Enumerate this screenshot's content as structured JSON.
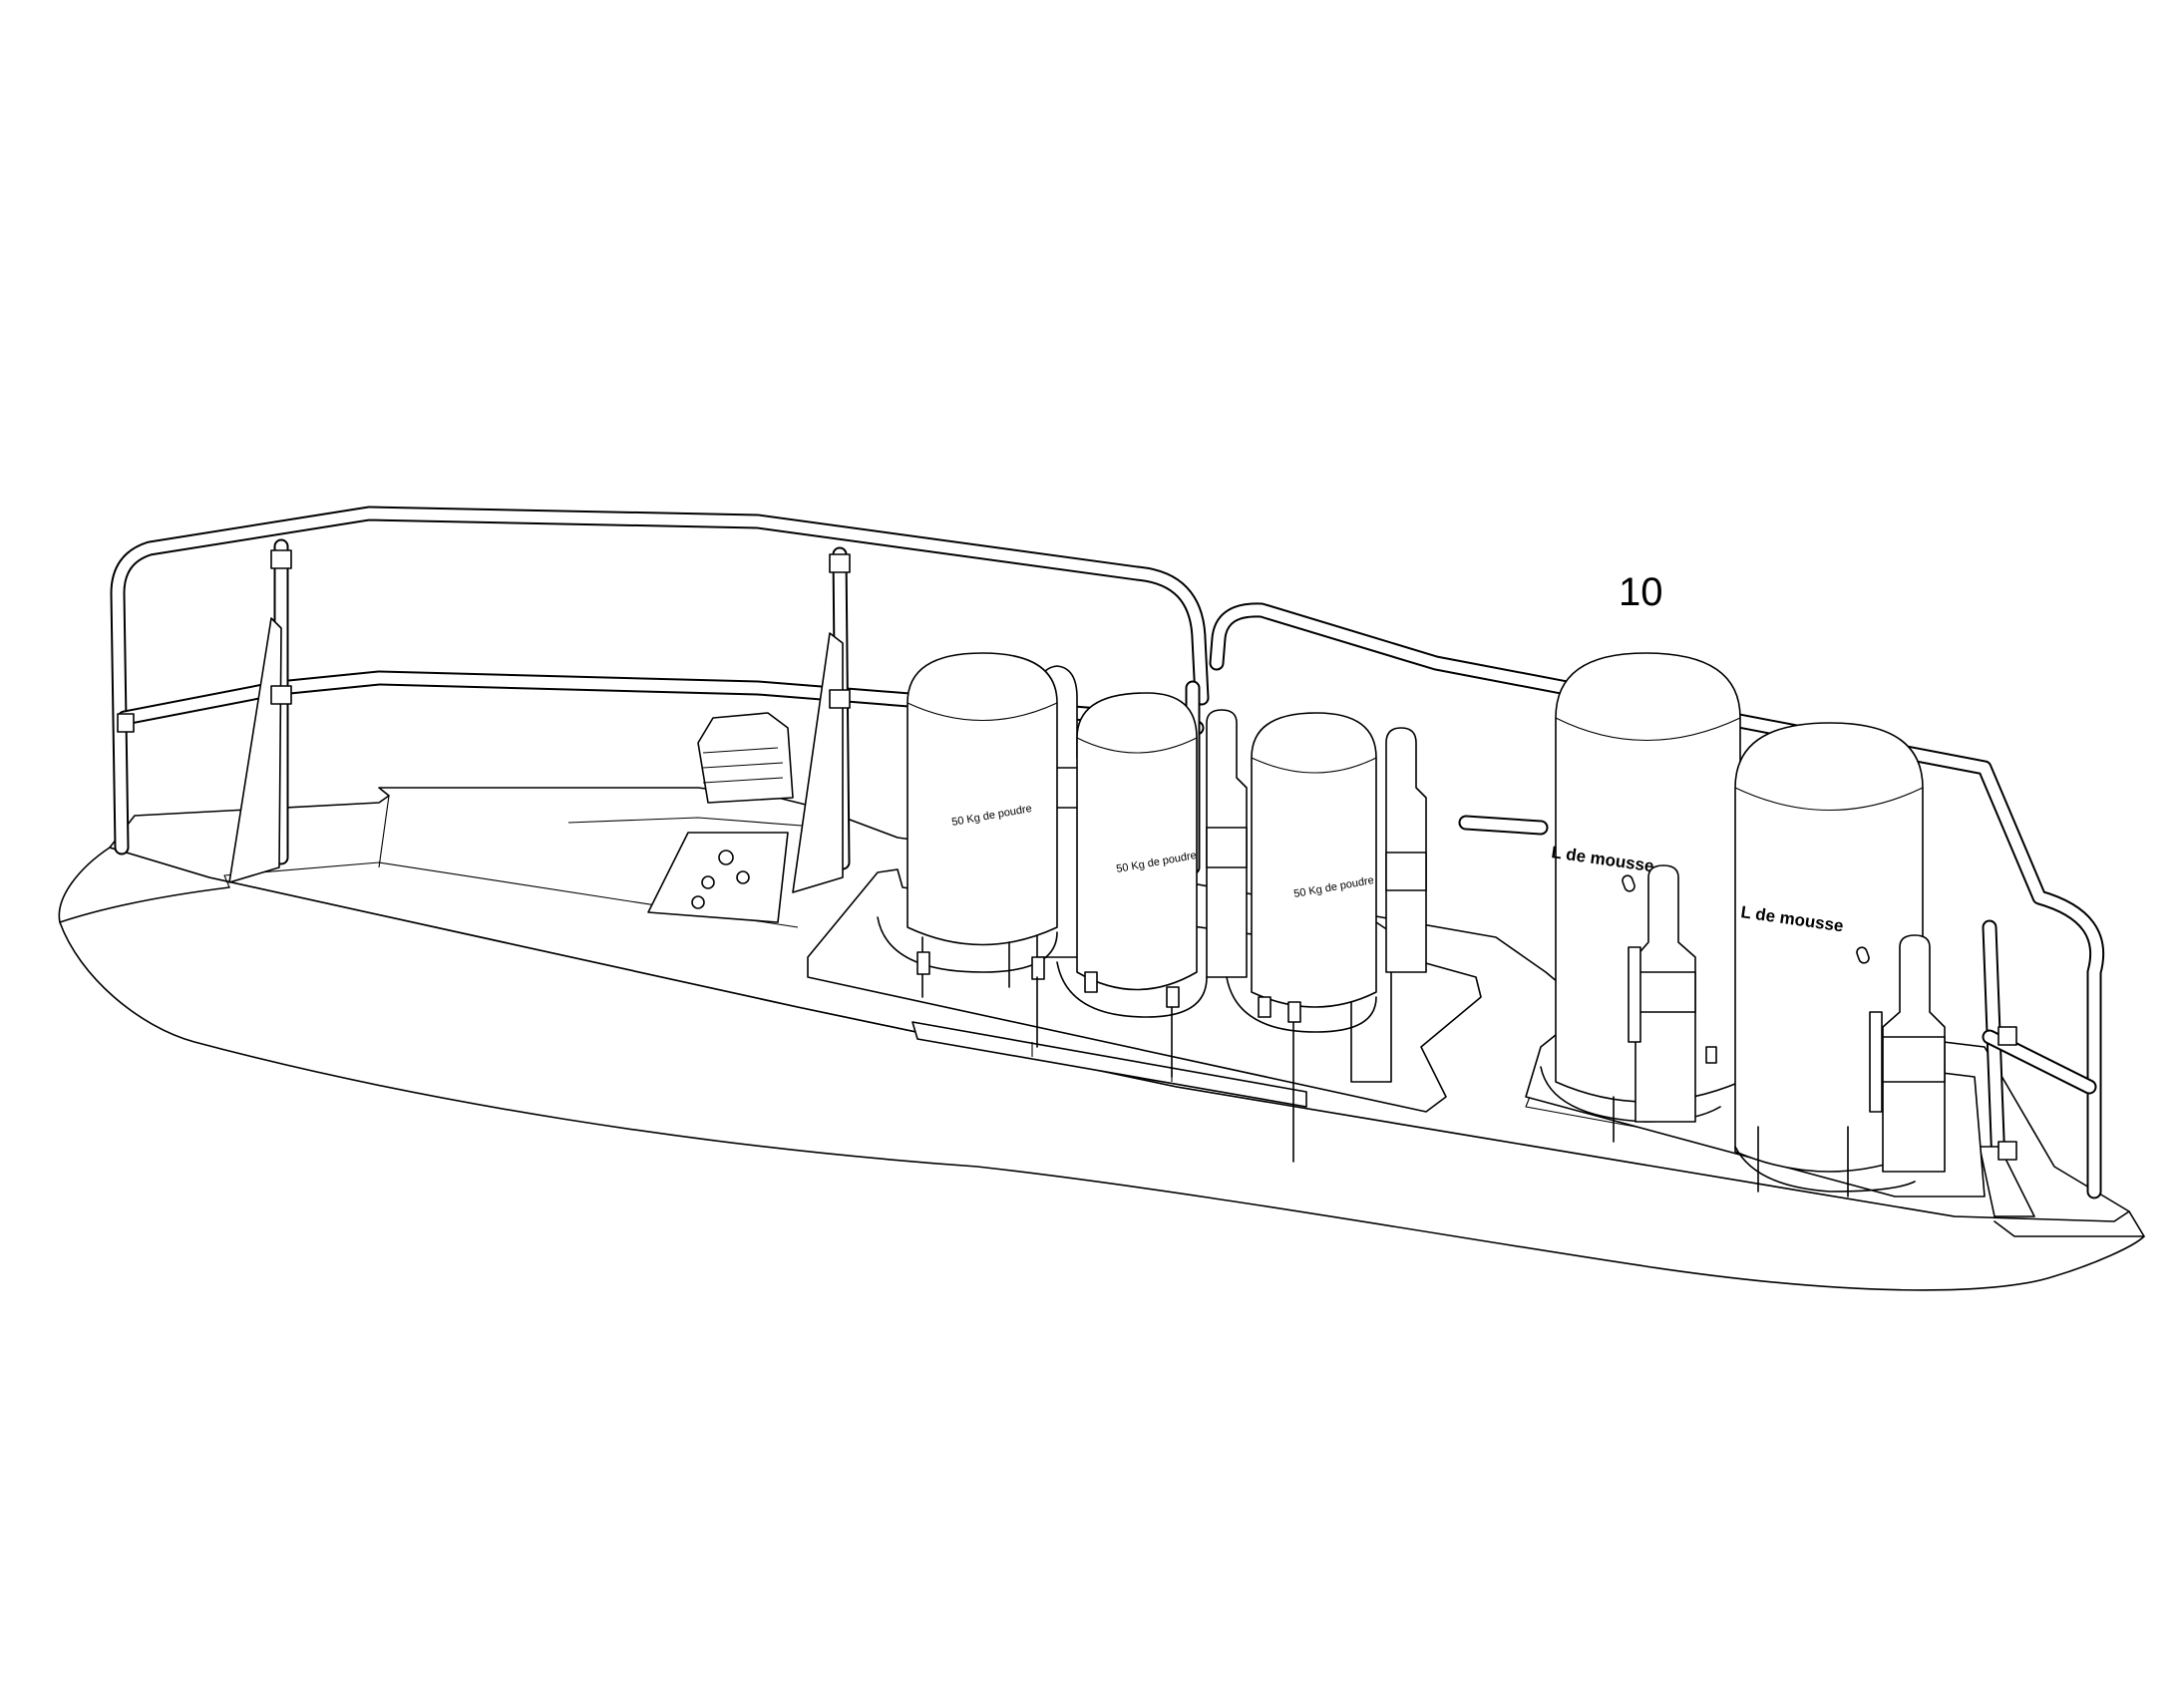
{
  "figure": {
    "callout_label": "10",
    "tank_labels": {
      "small_tank_1": "50 Kg de poudre",
      "small_tank_2": "50 Kg de poudre",
      "small_tank_3": "50 Kg de poudre",
      "large_tank_1": "L de mousse",
      "large_tank_2": "L de mousse"
    }
  }
}
